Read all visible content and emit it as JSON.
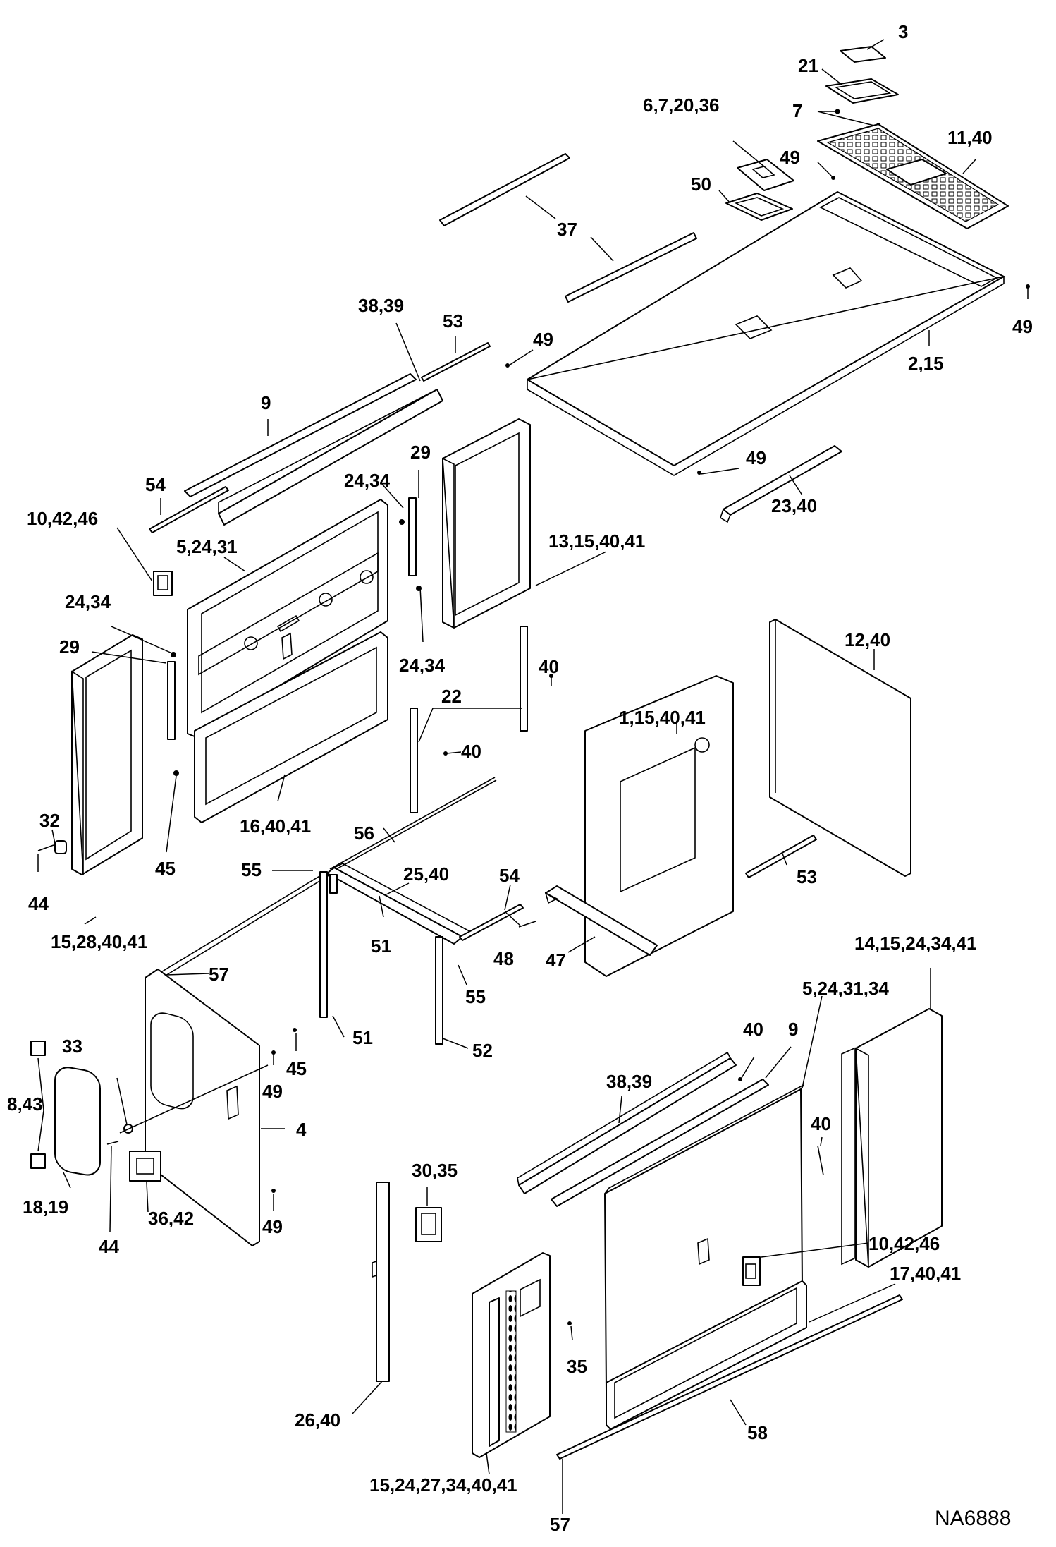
{
  "drawing_id": "NA6888",
  "callouts": [
    {
      "id": "c1",
      "text": "3"
    },
    {
      "id": "c2",
      "text": "21"
    },
    {
      "id": "c3",
      "text": "7"
    },
    {
      "id": "c4",
      "text": "6,7,20,36"
    },
    {
      "id": "c5",
      "text": "11,40"
    },
    {
      "id": "c6",
      "text": "49"
    },
    {
      "id": "c7",
      "text": "50"
    },
    {
      "id": "c8",
      "text": "37"
    },
    {
      "id": "c9",
      "text": "49"
    },
    {
      "id": "c10",
      "text": "38,39"
    },
    {
      "id": "c11",
      "text": "53"
    },
    {
      "id": "c12",
      "text": "49"
    },
    {
      "id": "c13",
      "text": "2,15"
    },
    {
      "id": "c14",
      "text": "9"
    },
    {
      "id": "c15",
      "text": "29"
    },
    {
      "id": "c16",
      "text": "49"
    },
    {
      "id": "c17",
      "text": "54"
    },
    {
      "id": "c18",
      "text": "24,34"
    },
    {
      "id": "c19",
      "text": "23,40"
    },
    {
      "id": "c20",
      "text": "10,42,46"
    },
    {
      "id": "c21",
      "text": "5,24,31"
    },
    {
      "id": "c22",
      "text": "13,15,40,41"
    },
    {
      "id": "c23",
      "text": "24,34"
    },
    {
      "id": "c24",
      "text": "29"
    },
    {
      "id": "c25",
      "text": "24,34"
    },
    {
      "id": "c26",
      "text": "12,40"
    },
    {
      "id": "c27",
      "text": "40"
    },
    {
      "id": "c28",
      "text": "22"
    },
    {
      "id": "c29",
      "text": "1,15,40,41"
    },
    {
      "id": "c30",
      "text": "40"
    },
    {
      "id": "c31",
      "text": "16,40,41"
    },
    {
      "id": "c32",
      "text": "56"
    },
    {
      "id": "c33",
      "text": "32"
    },
    {
      "id": "c34",
      "text": "45"
    },
    {
      "id": "c35",
      "text": "55"
    },
    {
      "id": "c36",
      "text": "25,40"
    },
    {
      "id": "c37",
      "text": "54"
    },
    {
      "id": "c38",
      "text": "53"
    },
    {
      "id": "c39",
      "text": "44"
    },
    {
      "id": "c40",
      "text": "51"
    },
    {
      "id": "c41",
      "text": "48"
    },
    {
      "id": "c42",
      "text": "47"
    },
    {
      "id": "c43",
      "text": "15,28,40,41"
    },
    {
      "id": "c44",
      "text": "14,15,24,34,41"
    },
    {
      "id": "c45",
      "text": "57"
    },
    {
      "id": "c46",
      "text": "55"
    },
    {
      "id": "c47",
      "text": "5,24,31,34"
    },
    {
      "id": "c48",
      "text": "51"
    },
    {
      "id": "c49",
      "text": "52"
    },
    {
      "id": "c50",
      "text": "33"
    },
    {
      "id": "c51",
      "text": "45"
    },
    {
      "id": "c52",
      "text": "40"
    },
    {
      "id": "c53",
      "text": "9"
    },
    {
      "id": "c54",
      "text": "38,39"
    },
    {
      "id": "c55",
      "text": "8,43"
    },
    {
      "id": "c56",
      "text": "49"
    },
    {
      "id": "c57",
      "text": "4"
    },
    {
      "id": "c58",
      "text": "40"
    },
    {
      "id": "c59",
      "text": "30,35"
    },
    {
      "id": "c60",
      "text": "18,19"
    },
    {
      "id": "c61",
      "text": "36,42"
    },
    {
      "id": "c62",
      "text": "49"
    },
    {
      "id": "c63",
      "text": "44"
    },
    {
      "id": "c64",
      "text": "10,42,46"
    },
    {
      "id": "c65",
      "text": "17,40,41"
    },
    {
      "id": "c66",
      "text": "35"
    },
    {
      "id": "c67",
      "text": "26,40"
    },
    {
      "id": "c68",
      "text": "58"
    },
    {
      "id": "c69",
      "text": "15,24,27,34,40,41"
    },
    {
      "id": "c70",
      "text": "57"
    }
  ]
}
